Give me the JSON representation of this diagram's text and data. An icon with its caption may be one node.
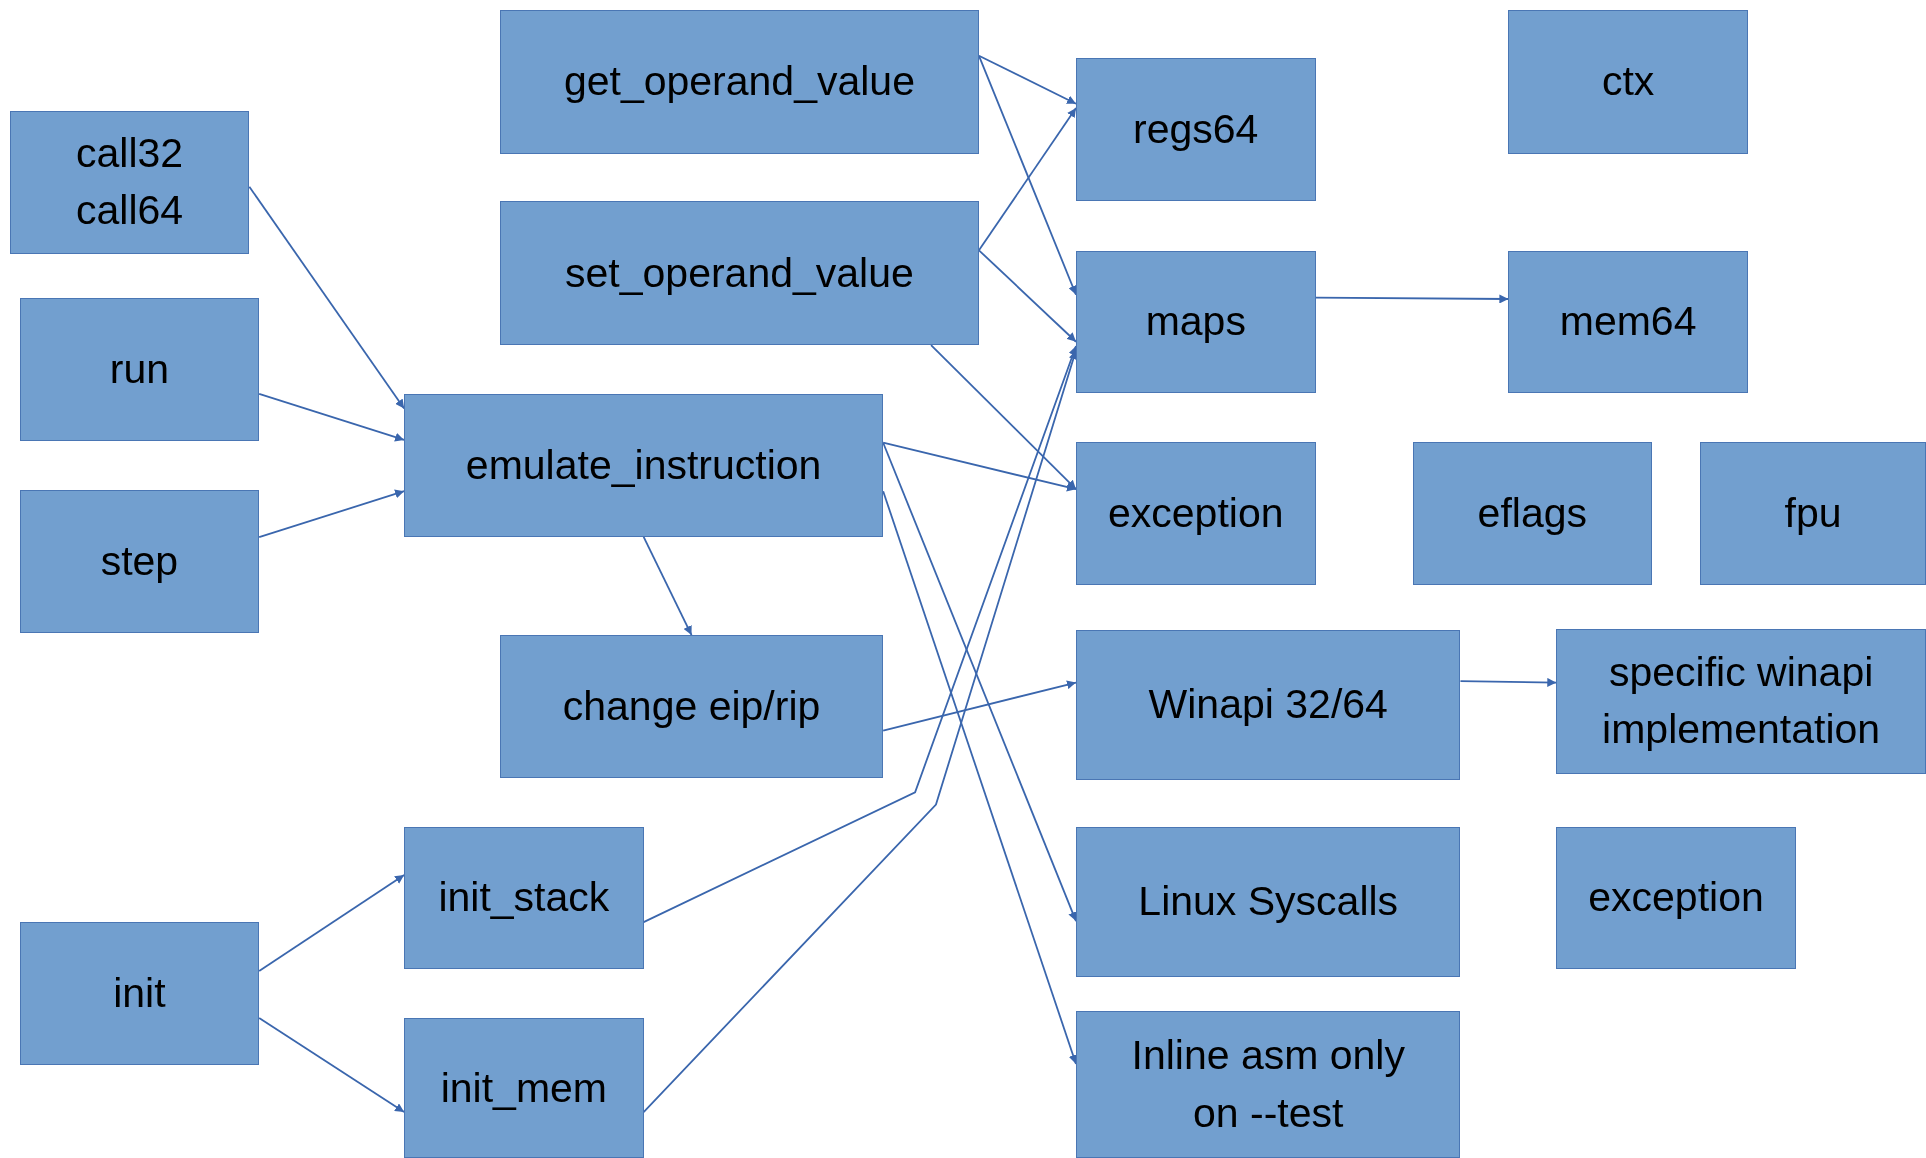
{
  "diagram": {
    "nodes": [
      {
        "text": [
          "get_operand_value"
        ]
      },
      {
        "text": [
          "call32 call64"
        ]
      },
      {
        "text": [
          "set_operand_value"
        ]
      },
      {
        "text": [
          "regs64"
        ]
      },
      {
        "text": [
          "ctx"
        ]
      },
      {
        "text": [
          "run"
        ]
      },
      {
        "text": [
          "maps"
        ]
      },
      {
        "text": [
          "mem64"
        ]
      },
      {
        "text": [
          "emulate_instruction"
        ]
      },
      {
        "text": [
          "step"
        ]
      },
      {
        "text": [
          "exception"
        ]
      },
      {
        "text": [
          "eflags"
        ]
      },
      {
        "text": [
          "fpu"
        ]
      },
      {
        "text": [
          "change eip/rip"
        ]
      },
      {
        "text": [
          "Winapi 32/64"
        ]
      },
      {
        "text": [
          "specific winapi implementation"
        ]
      },
      {
        "text": [
          "init_stack"
        ]
      },
      {
        "text": [
          "Linux Syscalls"
        ]
      },
      {
        "text": [
          "exception"
        ]
      },
      {
        "text": [
          "init"
        ]
      },
      {
        "text": [
          "init_mem"
        ]
      },
      {
        "text": [
          "Inline asm only on --test"
        ]
      }
    ],
    "edges": [
      {
        "from": 1,
        "to": 8,
        "arrow": "to"
      },
      {
        "from": 5,
        "to": 8,
        "arrow": "to"
      },
      {
        "from": 9,
        "to": 8,
        "arrow": "to"
      },
      {
        "from": 0,
        "to": 3,
        "arrow": "to"
      },
      {
        "from": 0,
        "to": 6,
        "arrow": "to"
      },
      {
        "from": 2,
        "to": 3,
        "arrow": "to"
      },
      {
        "from": 2,
        "to": 6,
        "arrow": "to"
      },
      {
        "from": 2,
        "to": 10,
        "arrow": "to"
      },
      {
        "from": 8,
        "to": 10,
        "arrow": "to"
      },
      {
        "from": 8,
        "to": 13,
        "arrow": "to"
      },
      {
        "from": 8,
        "to": 17,
        "arrow": "to"
      },
      {
        "from": 8,
        "to": 21,
        "arrow": "to"
      },
      {
        "from": 13,
        "to": 14,
        "arrow": "to"
      },
      {
        "from": 6,
        "to": 7,
        "arrow": "to"
      },
      {
        "from": 14,
        "to": 15,
        "arrow": "to"
      },
      {
        "from": 19,
        "to": 16,
        "arrow": "to"
      },
      {
        "from": 19,
        "to": 20,
        "arrow": "to"
      },
      {
        "from": 16,
        "to": 6,
        "arrow": "to"
      },
      {
        "from": 20,
        "to": 6,
        "arrow": "to"
      }
    ]
  }
}
